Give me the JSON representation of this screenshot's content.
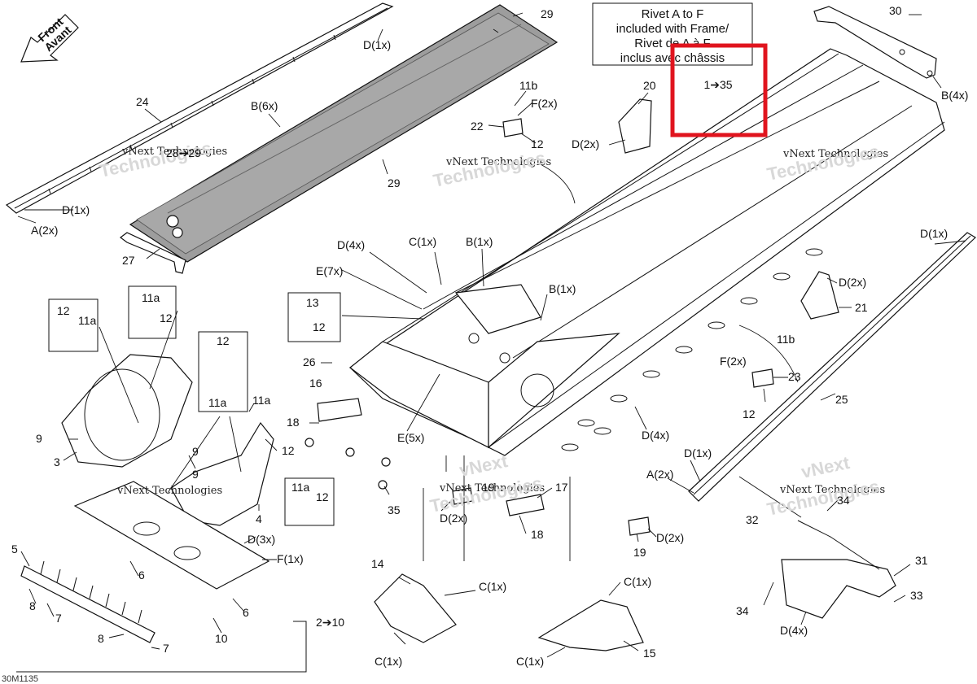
{
  "note": {
    "line1": "Rivet A to F",
    "line2": "included with Frame/",
    "line3": "Rivet de A à F",
    "line4": "inclus avec châssis"
  },
  "highlight": {
    "text": "1➔35",
    "color": "#e0141e"
  },
  "arrow": {
    "line1": "Front",
    "line2": "Avant"
  },
  "watermark": {
    "line1": "vNext Technologies",
    "line2": "Technologies",
    "line3": "vNext"
  },
  "reference": "30M1135",
  "labels": {
    "l24": "24",
    "l29a": "29",
    "l29b": "29",
    "lD_tr": "D(1x)",
    "lB6": "B(6x)",
    "l2829": "28➔29",
    "lD_l": "D(1x)",
    "lA_l": "A(2x)",
    "l27": "27",
    "l30": "30",
    "lB4": "B(4x)",
    "l20": "20",
    "lD2_20": "D(2x)",
    "l11b_t": "11b",
    "lF2_t": "F(2x)",
    "l22": "22",
    "l12_t": "12",
    "lD4_t": "D(4x)",
    "lC1_t": "C(1x)",
    "lB1_t": "B(1x)",
    "lE7": "E(7x)",
    "lB1_m": "B(1x)",
    "l13": "13",
    "l12_13": "12",
    "l26": "26",
    "l16": "16",
    "l18a": "18",
    "lE5": "E(5x)",
    "l35": "35",
    "l19a": "19",
    "lD2_19a": "D(2x)",
    "l17": "17",
    "l18b": "18",
    "l19b": "19",
    "lD2_19b": "D(2x)",
    "l11a_b": "11a",
    "l12_b": "12",
    "l12_c": "12",
    "l11a_c": "11a",
    "l12_d": "12",
    "l11a_d": "11a",
    "l11a_e": "11a",
    "l12_e": "12",
    "l11a_f": "11a",
    "l12_f": "12",
    "l9a": "9",
    "l9b": "9",
    "l3": "3",
    "l4": "4",
    "l5": "5",
    "l6a": "6",
    "l8a": "8",
    "l7a": "7",
    "lD3": "D(3x)",
    "lF1": "F(1x)",
    "l6b": "6",
    "l10": "10",
    "l8b": "8",
    "l7b": "7",
    "l210": "2➔10",
    "l14": "14",
    "lC1_14": "C(1x)",
    "lC1_14b": "C(1x)",
    "lC1_15": "C(1x)",
    "lC1_15b": "C(1x)",
    "l15": "15",
    "lD1_r": "D(1x)",
    "lD2_21": "D(2x)",
    "l21": "21",
    "l11b_r": "11b",
    "lF2_r": "F(2x)",
    "l23": "23",
    "l12_r": "12",
    "l25": "25",
    "lD4_m": "D(4x)",
    "lD1_25": "D(1x)",
    "lA2_r": "A(2x)",
    "l34a": "34",
    "l32": "32",
    "l31": "31",
    "l34b": "34",
    "l33": "33",
    "lD4_b": "D(4x)"
  }
}
